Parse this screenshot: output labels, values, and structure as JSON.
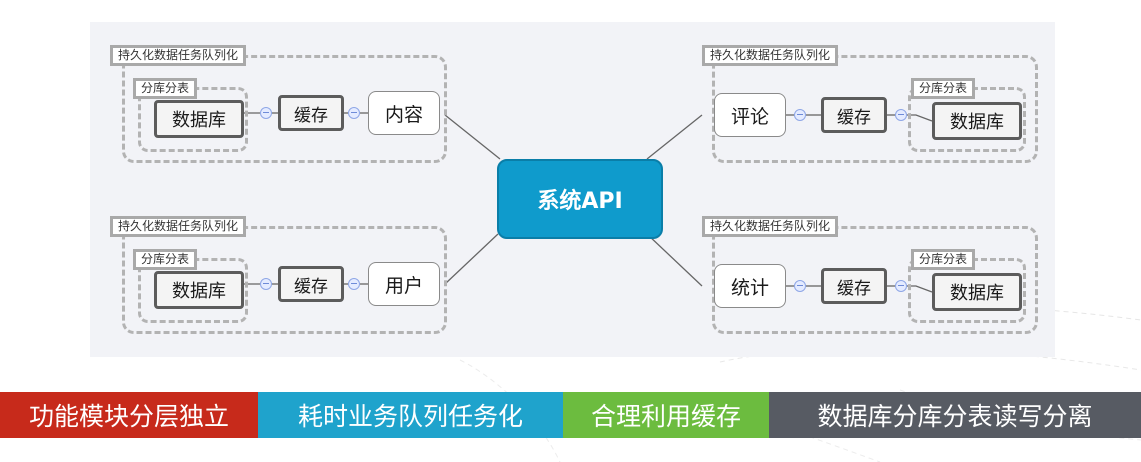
{
  "colors": {
    "center": "#0f9bcc",
    "banner_1": "#c72a1b",
    "banner_2": "#1fa3cc",
    "banner_3": "#6cbc3f",
    "banner_4": "#575b63"
  },
  "center": {
    "label": "系统API"
  },
  "branches": {
    "top_left": {
      "persist_tag": "持久化数据任务队列化",
      "shard_tag": "分库分表",
      "db": "数据库",
      "cache": "缓存",
      "module": "内容"
    },
    "bottom_left": {
      "persist_tag": "持久化数据任务队列化",
      "shard_tag": "分库分表",
      "db": "数据库",
      "cache": "缓存",
      "module": "用户"
    },
    "top_right": {
      "persist_tag": "持久化数据任务队列化",
      "shard_tag": "分库分表",
      "db": "数据库",
      "cache": "缓存",
      "module": "评论"
    },
    "bottom_right": {
      "persist_tag": "持久化数据任务队列化",
      "shard_tag": "分库分表",
      "db": "数据库",
      "cache": "缓存",
      "module": "统计"
    }
  },
  "banners": [
    "功能模块分层独立",
    "耗时业务队列任务化",
    "合理利用缓存",
    "数据库分库分表读写分离"
  ]
}
